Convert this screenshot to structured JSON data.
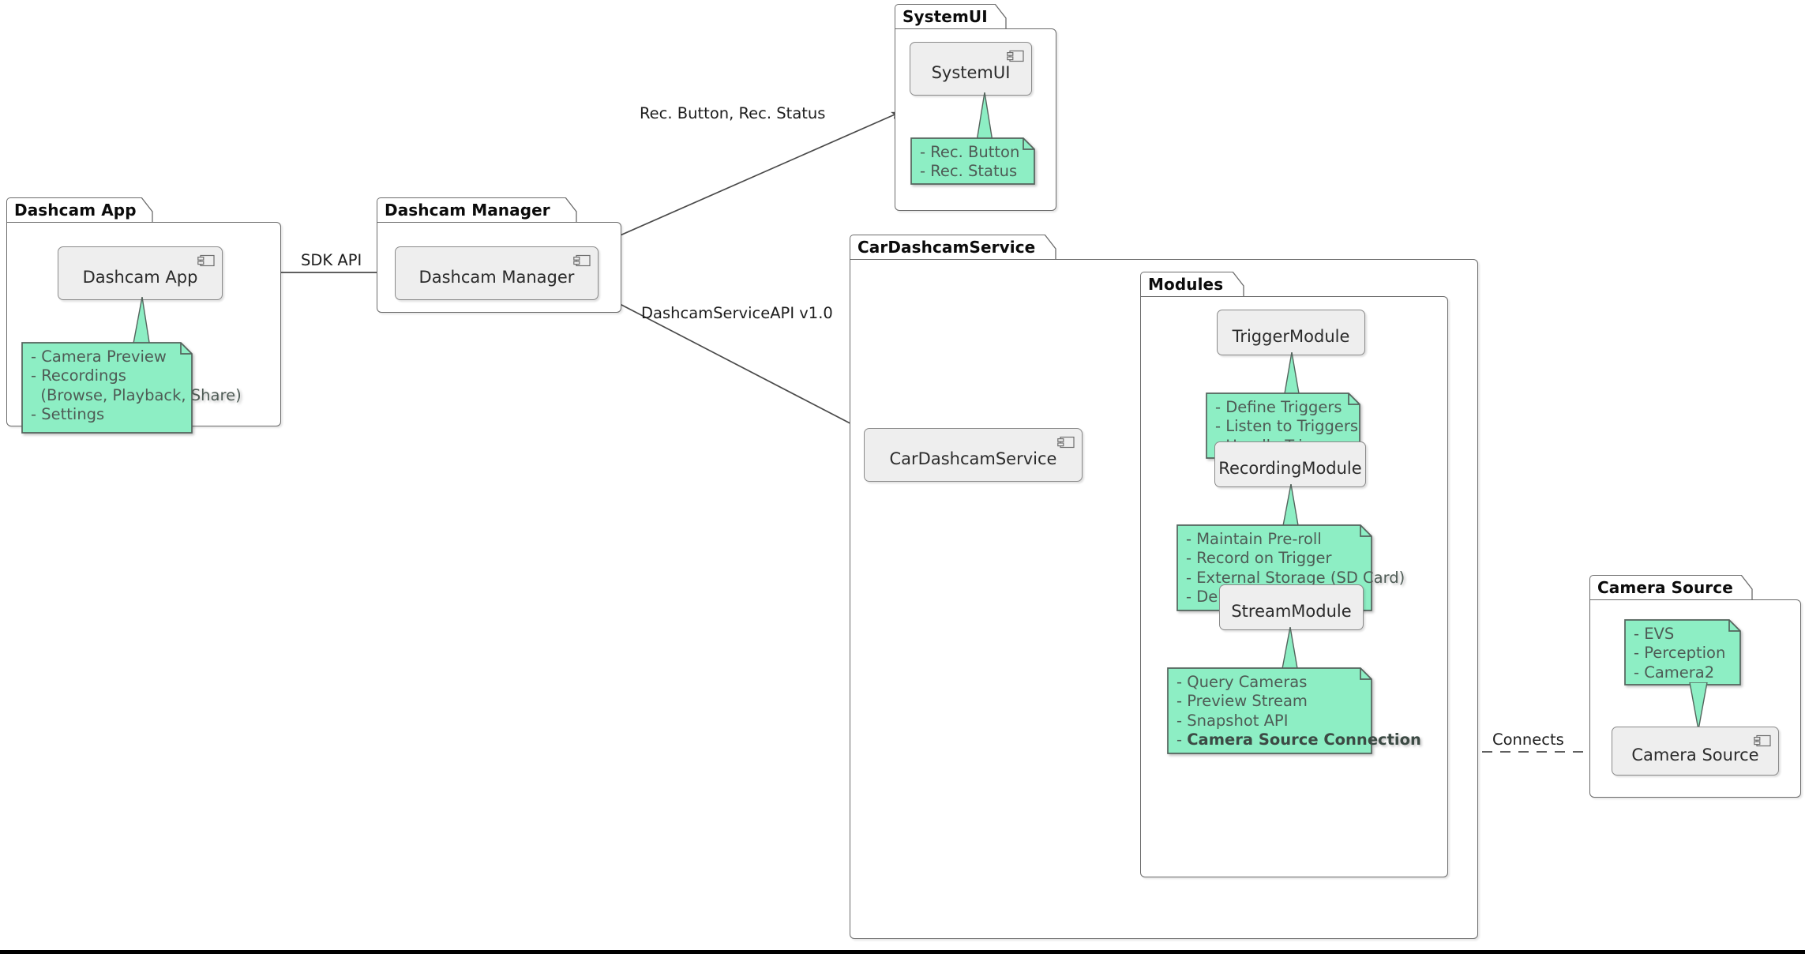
{
  "diagram": {
    "type": "uml-component-diagram",
    "title": "CarDashcamService Architecture",
    "colors": {
      "note_fill": "#8deec4",
      "note_border": "#54635c",
      "component_fill": "#eeeeee",
      "component_border": "#8a8a8a",
      "package_border": "#6b6b6b",
      "edge_stroke": "#4a4a4a",
      "note_text": "#4e5b55",
      "component_text": "#2b2b2b"
    }
  },
  "packages": {
    "dashcam_app": {
      "title": "Dashcam App"
    },
    "dashcam_manager": {
      "title": "Dashcam Manager"
    },
    "system_ui": {
      "title": "SystemUI"
    },
    "car_dashcam_service": {
      "title": "CarDashcamService"
    },
    "modules": {
      "title": "Modules"
    },
    "camera_source": {
      "title": "Camera Source"
    }
  },
  "components": {
    "dashcam_app": {
      "label": "Dashcam App",
      "icon": "uml-component-icon"
    },
    "dashcam_manager": {
      "label": "Dashcam Manager",
      "icon": "uml-component-icon"
    },
    "system_ui": {
      "label": "SystemUI",
      "icon": "uml-component-icon"
    },
    "car_dashcam_service": {
      "label": "CarDashcamService",
      "icon": "uml-component-icon"
    },
    "trigger_module": {
      "label": "TriggerModule"
    },
    "recording_module": {
      "label": "RecordingModule"
    },
    "stream_module": {
      "label": "StreamModule"
    },
    "camera_source": {
      "label": "Camera Source",
      "icon": "uml-component-icon"
    }
  },
  "notes": {
    "dashcam_app": {
      "lines": [
        "- Camera Preview",
        "- Recordings",
        "  (Browse, Playback, Share)",
        "- Settings"
      ]
    },
    "system_ui": {
      "lines": [
        "- Rec. Button",
        "- Rec. Status"
      ]
    },
    "trigger_module": {
      "lines": [
        "- Define Triggers",
        "- Listen to Triggers",
        "- Handle Triggers"
      ]
    },
    "recording_module": {
      "lines": [
        "- Maintain Pre-roll",
        "- Record on Trigger",
        "- External Storage (SD Card)",
        "- Delete Recordings"
      ]
    },
    "stream_module": {
      "lines": [
        "- Query Cameras",
        "- Preview Stream",
        "- Snapshot API",
        "- Camera Source Connection"
      ],
      "bold_last": true
    },
    "camera_source": {
      "lines": [
        "- EVS",
        "- Perception",
        "- Camera2"
      ]
    }
  },
  "edges": {
    "sdk_api": {
      "label": "SDK API",
      "from": "Dashcam App",
      "to": "Dashcam Manager",
      "style": "solid-arrow"
    },
    "rec_button_status": {
      "label": "Rec. Button, Rec. Status",
      "from": "Dashcam Manager",
      "to": "SystemUI",
      "style": "solid-arrow"
    },
    "dashcam_service_api": {
      "label": "DashcamServiceAPI v1.0",
      "from": "Dashcam Manager",
      "to": "CarDashcamService",
      "style": "solid-arrow"
    },
    "to_trigger": {
      "label": "",
      "from": "CarDashcamService",
      "to": "TriggerModule",
      "style": "solid-arrow"
    },
    "to_recording": {
      "label": "",
      "from": "CarDashcamService",
      "to": "RecordingModule",
      "style": "solid-arrow"
    },
    "to_stream": {
      "label": "",
      "from": "CarDashcamService",
      "to": "StreamModule",
      "style": "solid-arrow-curved"
    },
    "connects": {
      "label": "Connects",
      "from": "StreamModule",
      "to": "Camera Source",
      "style": "dashed"
    }
  }
}
